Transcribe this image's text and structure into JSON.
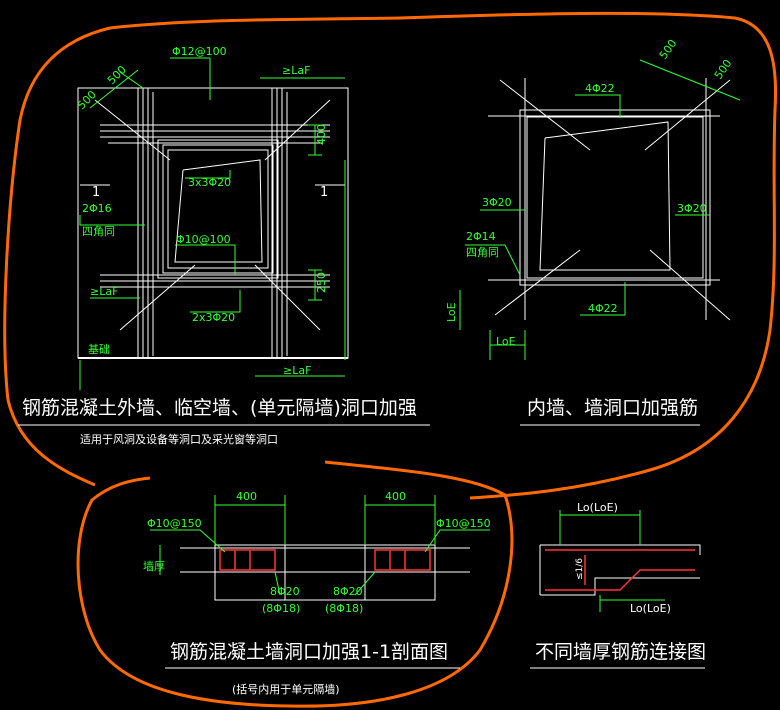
{
  "panel1": {
    "title": "钢筋混凝土外墙、临空墙、(单元隔墙)洞口加强",
    "subtitle": "适用于风洞及设备等洞口及采光窗等洞口",
    "labels": {
      "top_bar": "Φ12@100",
      "dim_500_a": "500",
      "dim_500_b": "500",
      "laf_top": "≥LaF",
      "dim_400": "400",
      "section_mark_left": "1",
      "section_mark_right": "1",
      "corner_bars": "3x3Φ20",
      "side_bars": "2Φ16",
      "side_note": "四角同",
      "stirrup": "Φ10@100",
      "laf_left": "≥LaF",
      "dim_250": "250",
      "bottom_bars": "2x3Φ20",
      "foundation": "基础",
      "laf_bottom": "≥LaF"
    }
  },
  "panel2": {
    "title": "内墙、墙洞口加强筋",
    "labels": {
      "dim_500_a": "500",
      "dim_500_b": "500",
      "top_bars": "4Φ22",
      "left_bars": "3Φ20",
      "right_bars": "3Φ20",
      "diag_bars": "2Φ14",
      "diag_note": "四角同",
      "bottom_bars": "4Φ22",
      "loe_v": "LoE",
      "loe_h": "LoE"
    }
  },
  "panel3": {
    "title": "钢筋混凝土墙洞口加强1-1剖面图",
    "subtitle": "(括号内用于单元隔墙)",
    "labels": {
      "dim_left": "400",
      "dim_right": "400",
      "stirrup_left": "Φ10@150",
      "stirrup_right": "Φ10@150",
      "wall_thk": "墙厚",
      "bars_left": "8Φ20",
      "bars_left_alt": "(8Φ18)",
      "bars_right": "8Φ20",
      "bars_right_alt": "(8Φ18)"
    }
  },
  "panel4": {
    "title": "不同墙厚钢筋连接图",
    "labels": {
      "lo_top": "Lo(LoE)",
      "lo_bottom": "Lo(LoE)",
      "ratio": "≤1/6"
    }
  },
  "colors": {
    "background": "#000000",
    "drawing": "#ffffff",
    "dimension": "#33ff33",
    "rebar": "#ff3333",
    "markup": "#ff6a00"
  }
}
